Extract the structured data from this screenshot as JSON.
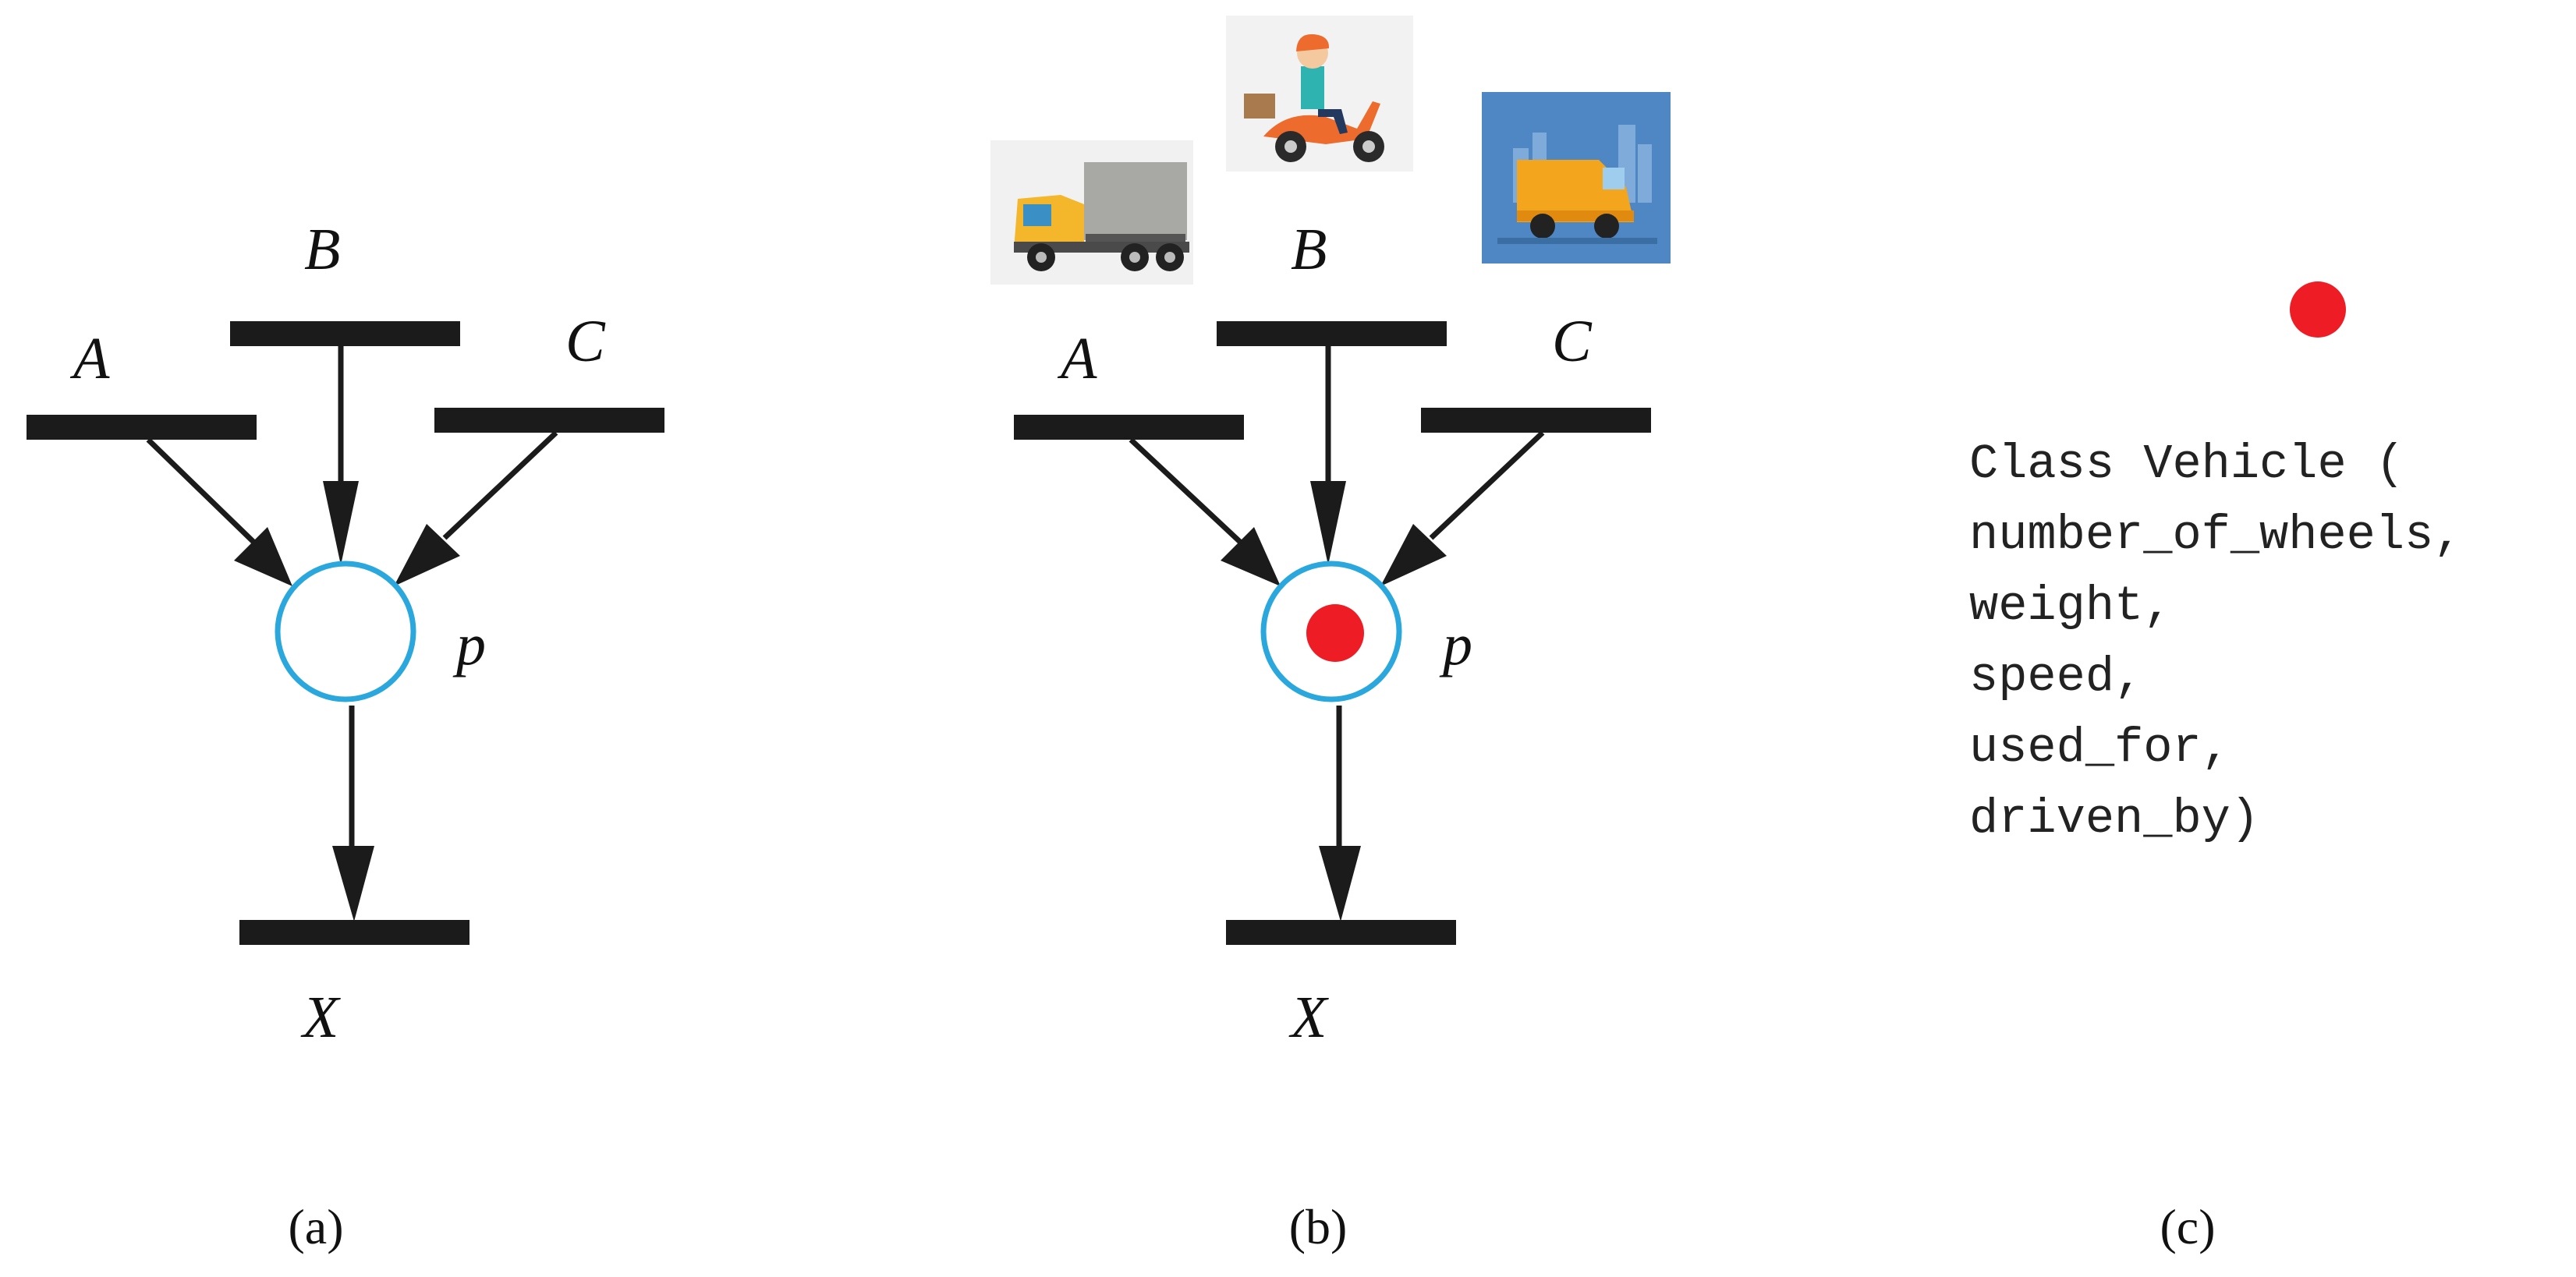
{
  "panels": [
    {
      "id": "a",
      "transitions": {
        "A": "A",
        "B": "B",
        "C": "C",
        "X": "X"
      },
      "place": "p",
      "token": false,
      "caption": "(a)"
    },
    {
      "id": "b",
      "transitions": {
        "A": "A",
        "B": "B",
        "C": "C",
        "X": "X"
      },
      "place": "p",
      "token": true,
      "token_color": "#ee1c25",
      "images": [
        "truck-icon",
        "scooter-delivery-icon",
        "delivery-van-icon"
      ],
      "caption": "(b)"
    },
    {
      "id": "c",
      "token_color": "#ee1c25",
      "code_lines": [
        "Class Vehicle (",
        "number_of_wheels,",
        "weight,",
        "speed,",
        "used_for,",
        "driven_by)"
      ],
      "caption": "(c)"
    }
  ],
  "colors": {
    "place_stroke": "#2aa7dc",
    "token": "#ee1c25",
    "bar": "#1b1b1b"
  }
}
